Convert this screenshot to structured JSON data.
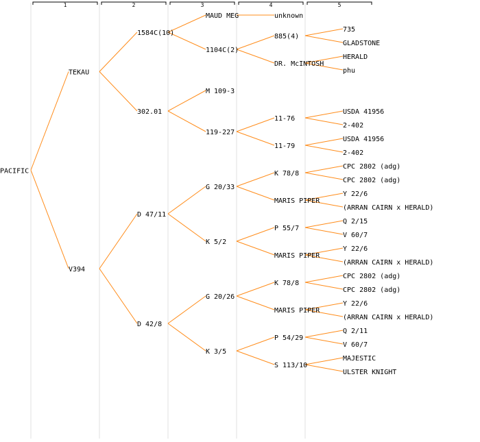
{
  "columns": [
    "1",
    "2",
    "3",
    "4",
    "5"
  ],
  "colors": {
    "edge": "#ff8c1a",
    "grid": "#e0e0e0",
    "bracket": "#000000"
  },
  "tree": {
    "label": "PACIFIC",
    "children": [
      {
        "label": "TEKAU",
        "children": [
          {
            "label": "1584C(10)",
            "children": [
              {
                "label": "MAUD MEG",
                "children": [
                  {
                    "label": "unknown"
                  }
                ]
              },
              {
                "label": "1104C(2)",
                "children": [
                  {
                    "label": "885(4)",
                    "children": [
                      {
                        "label": "735"
                      },
                      {
                        "label": "GLADSTONE"
                      }
                    ]
                  },
                  {
                    "label": "DR. McINTOSH",
                    "children": [
                      {
                        "label": "HERALD"
                      },
                      {
                        "label": "phu"
                      }
                    ]
                  }
                ]
              }
            ]
          },
          {
            "label": "302.01",
            "children": [
              {
                "label": "M 109-3"
              },
              {
                "label": "119-227",
                "children": [
                  {
                    "label": "11-76",
                    "children": [
                      {
                        "label": "USDA 41956"
                      },
                      {
                        "label": "2-402"
                      }
                    ]
                  },
                  {
                    "label": "11-79",
                    "children": [
                      {
                        "label": "USDA 41956"
                      },
                      {
                        "label": "2-402"
                      }
                    ]
                  }
                ]
              }
            ]
          }
        ]
      },
      {
        "label": "V394",
        "children": [
          {
            "label": "D 47/11",
            "children": [
              {
                "label": "G 20/33",
                "children": [
                  {
                    "label": "K 78/8",
                    "children": [
                      {
                        "label": "CPC 2802 (adg)"
                      },
                      {
                        "label": "CPC 2802 (adg)"
                      }
                    ]
                  },
                  {
                    "label": "MARIS PIPER",
                    "children": [
                      {
                        "label": "Y 22/6"
                      },
                      {
                        "label": "(ARRAN CAIRN x HERALD)"
                      }
                    ]
                  }
                ]
              },
              {
                "label": "K 5/2",
                "children": [
                  {
                    "label": "P 55/7",
                    "children": [
                      {
                        "label": "Q 2/15"
                      },
                      {
                        "label": "V 60/7"
                      }
                    ]
                  },
                  {
                    "label": "MARIS PIPER",
                    "children": [
                      {
                        "label": "Y 22/6"
                      },
                      {
                        "label": "(ARRAN CAIRN x HERALD)"
                      }
                    ]
                  }
                ]
              }
            ]
          },
          {
            "label": "D 42/8",
            "children": [
              {
                "label": "G 20/26",
                "children": [
                  {
                    "label": "K 78/8",
                    "children": [
                      {
                        "label": "CPC 2802 (adg)"
                      },
                      {
                        "label": "CPC 2802 (adg)"
                      }
                    ]
                  },
                  {
                    "label": "MARIS PIPER",
                    "children": [
                      {
                        "label": "Y 22/6"
                      },
                      {
                        "label": "(ARRAN CAIRN x HERALD)"
                      }
                    ]
                  }
                ]
              },
              {
                "label": "K 3/5",
                "children": [
                  {
                    "label": "P 54/29",
                    "children": [
                      {
                        "label": "Q 2/11"
                      },
                      {
                        "label": "V 60/7"
                      }
                    ]
                  },
                  {
                    "label": "S 113/10",
                    "children": [
                      {
                        "label": "MAJESTIC"
                      },
                      {
                        "label": "ULSTER KNIGHT"
                      }
                    ]
                  }
                ]
              }
            ]
          }
        ]
      }
    ]
  }
}
